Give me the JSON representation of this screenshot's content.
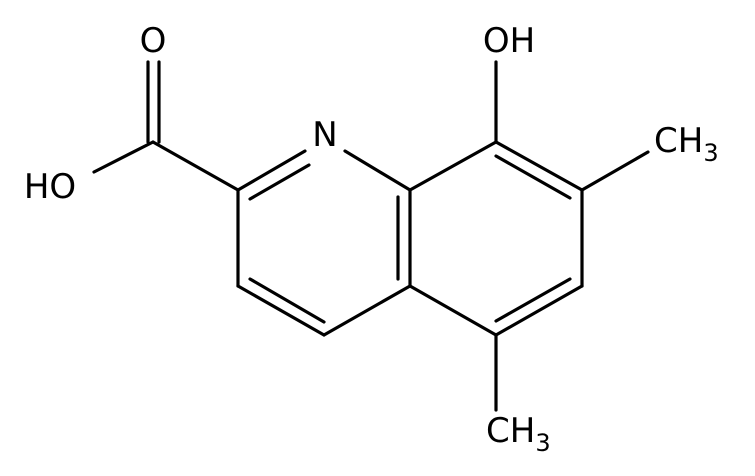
{
  "molecule": {
    "atoms": {
      "carbonyl_O": "O",
      "hydroxyl_acid": "HO",
      "ring_N": "N",
      "phenol_OH": "OH",
      "methyl_7": {
        "main": "CH",
        "sub": "3"
      },
      "methyl_5": {
        "main": "CH",
        "sub": "3"
      }
    }
  }
}
